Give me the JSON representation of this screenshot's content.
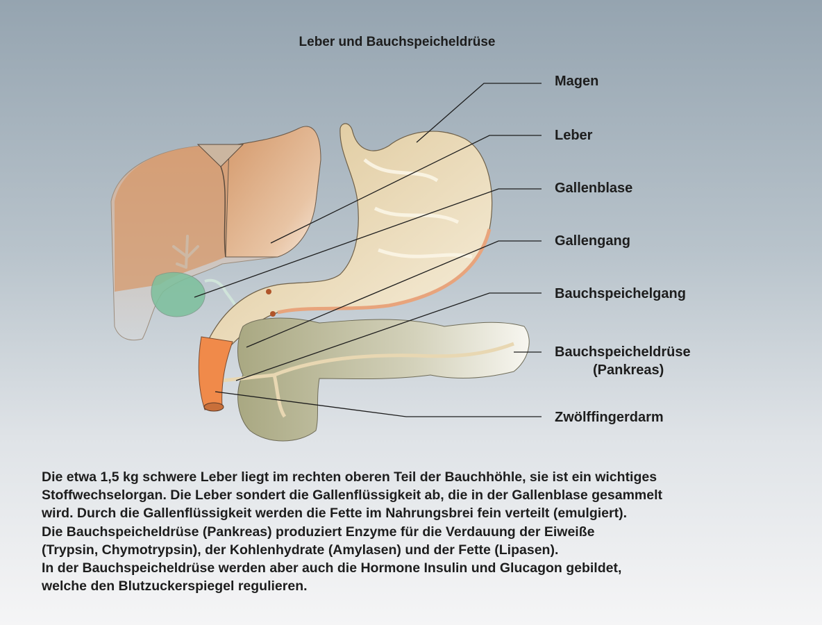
{
  "title": "Leber und Bauchspeicheldrüse",
  "labels": {
    "magen": "Magen",
    "leber": "Leber",
    "gallenblase": "Gallenblase",
    "gallengang": "Gallengang",
    "bauchspeichelgang": "Bauchspeichelgang",
    "pankreas_1": "Bauchspeicheldrüse",
    "pankreas_2": "(Pankreas)",
    "zwoelffingerdarm": "Zwölffingerdarm"
  },
  "description": [
    "Die etwa 1,5 kg schwere Leber liegt im rechten oberen Teil der Bauchhöhle, sie ist ein wichtiges",
    "Stoffwechselorgan. Die Leber sondert die Gallenflüssigkeit ab, die in der Gallenblase gesammelt",
    "wird. Durch die Gallenflüssigkeit werden die Fette im Nahrungsbrei fein verteilt (emulgiert).",
    "Die Bauchspeicheldrüse (Pankreas) produziert Enzyme für die Verdauung der Eiweiße",
    "(Trypsin, Chymotrypsin), der Kohlenhydrate (Amylasen) und der Fette (Lipasen).",
    "In der Bauchspeicheldrüse werden aber auch die Hormone Insulin und Glucagon gebildet,",
    "welche den Blutzuckerspiegel regulieren."
  ],
  "colors": {
    "liver": "#d49a6e",
    "stomach": "#e8d3a4",
    "gallbladder": "#5fae86",
    "duodenum": "#f08a4a",
    "pancreas": "#b8b594"
  }
}
